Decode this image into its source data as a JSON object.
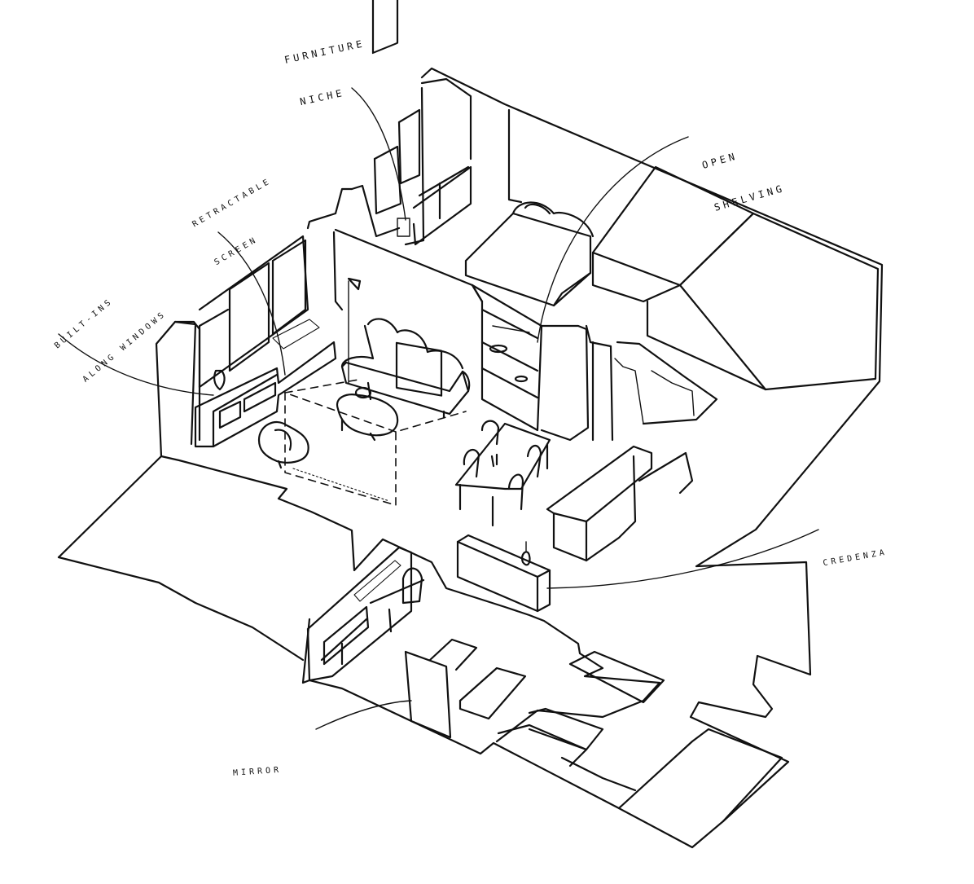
{
  "labels": {
    "furniture_niche": [
      "FURNITURE",
      "NICHE"
    ],
    "open_shelving": [
      "OPEN",
      "SHELVING"
    ],
    "retractable_screen": [
      "RETRACTABLE",
      "SCREEN"
    ],
    "built_ins": [
      "BUILT-INS",
      "ALONG WINDOWS"
    ],
    "credenza": [
      "CREDENZA"
    ],
    "mirror": [
      "MIRROR"
    ]
  }
}
